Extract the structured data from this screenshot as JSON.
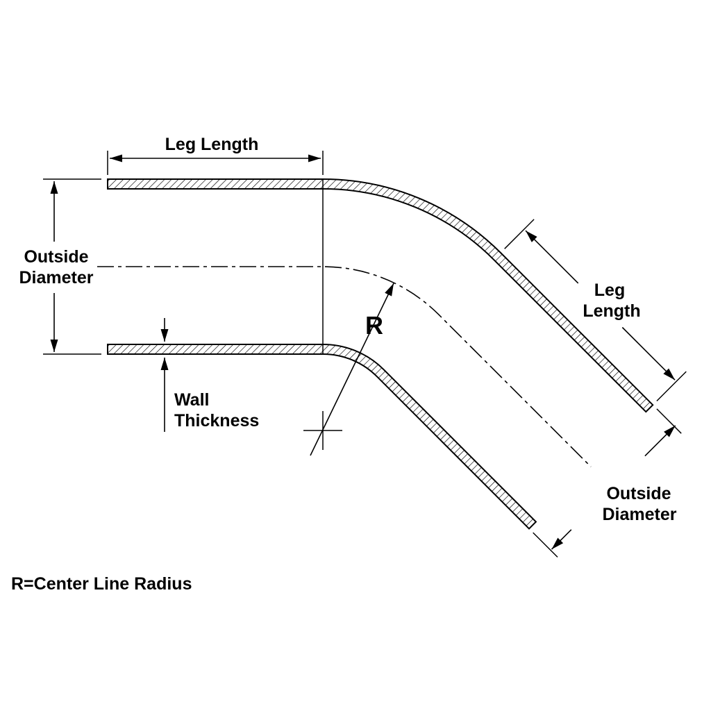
{
  "diagram": {
    "title_hint": "45-degree elbow tube dimension diagram",
    "colors": {
      "accent": "#ff0000",
      "line": "#000000",
      "background": "#ffffff"
    },
    "labels": {
      "leg_length_top": "Leg Length",
      "outside_diameter_left": [
        "Outside",
        "Diameter"
      ],
      "wall_thickness": [
        "Wall",
        "Thickness"
      ],
      "radius_symbol": "R",
      "leg_length_right": [
        "Leg",
        "Length"
      ],
      "outside_diameter_right": [
        "Outside",
        "Diameter"
      ],
      "legend": "R=Center Line Radius"
    }
  }
}
